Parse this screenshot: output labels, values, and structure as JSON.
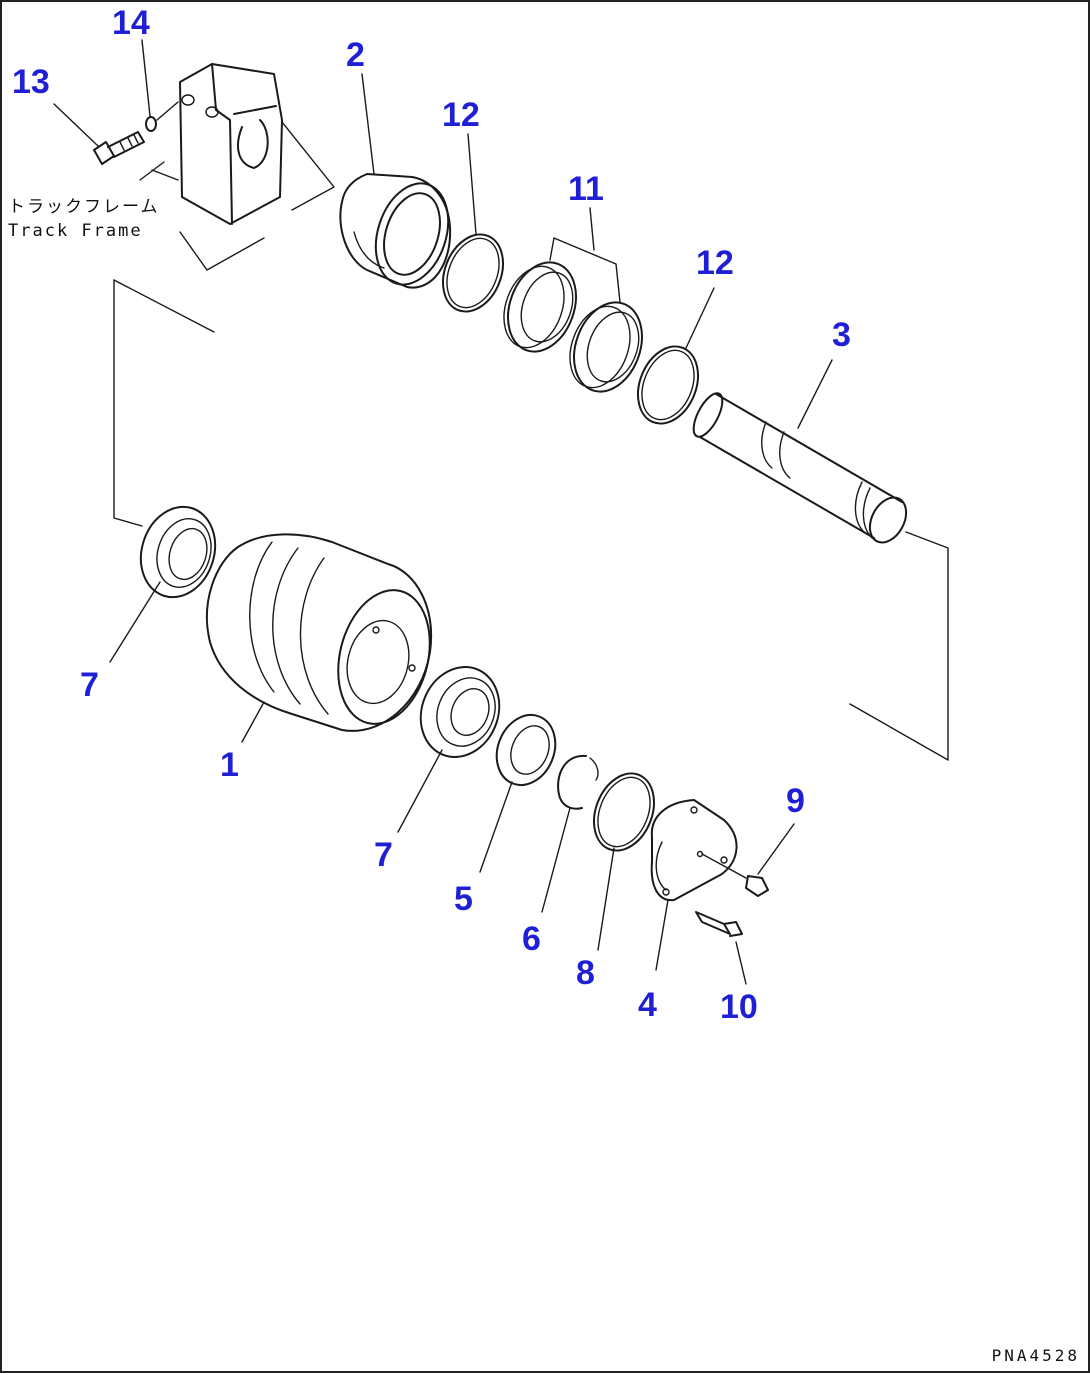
{
  "frame_label_jp": "トラックフレーム",
  "frame_label_en": "Track Frame",
  "drawing_code": "PNA4528",
  "callouts": {
    "p1": "1",
    "p2": "2",
    "p3": "3",
    "p4": "4",
    "p5": "5",
    "p6": "6",
    "p7a": "7",
    "p7b": "7",
    "p8": "8",
    "p9": "9",
    "p10": "10",
    "p11": "11",
    "p12a": "12",
    "p12b": "12",
    "p13": "13",
    "p14": "14"
  },
  "colors": {
    "callout": "#1f1fd6",
    "line": "#1a1a1a",
    "background": "#ffffff"
  }
}
